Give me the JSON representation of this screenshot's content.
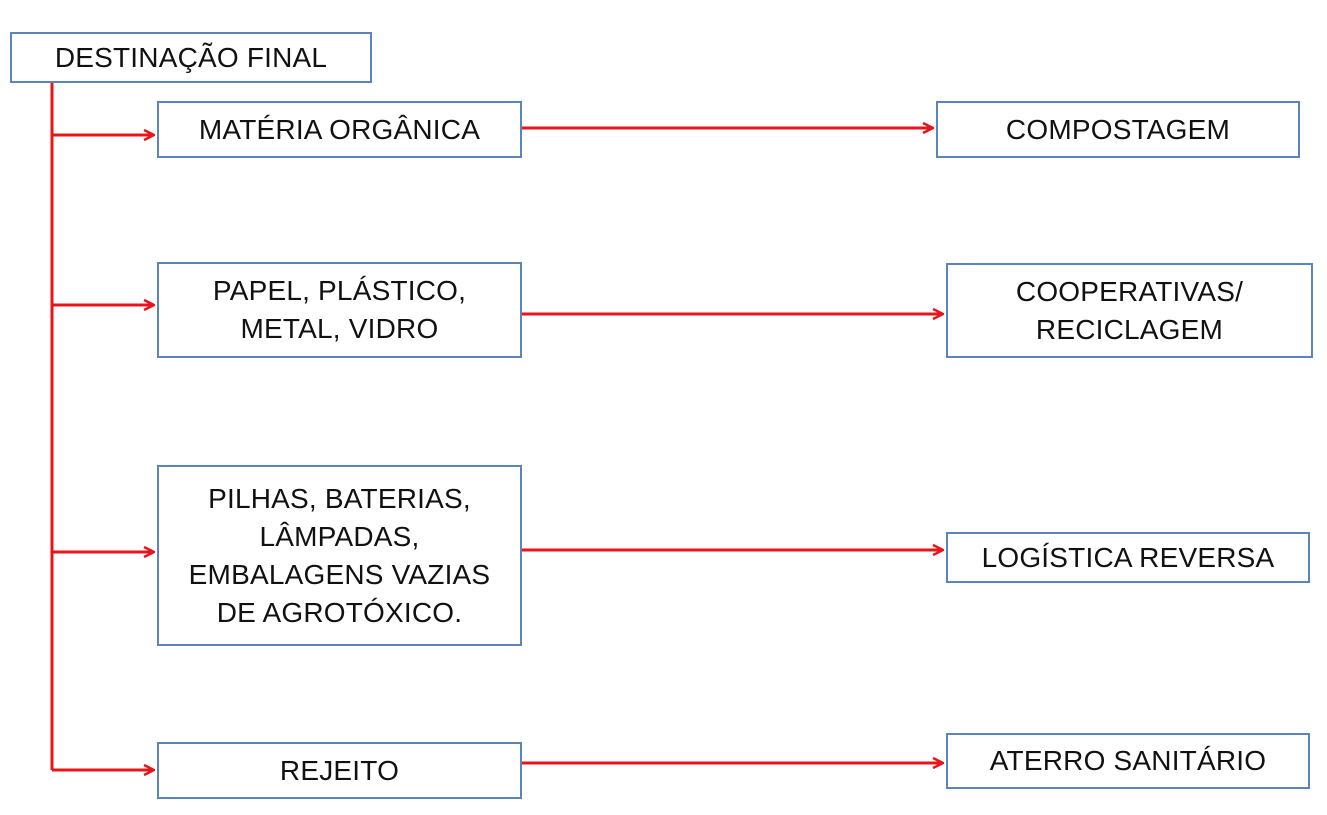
{
  "diagram": {
    "root": {
      "label": "DESTINAÇÃO FINAL"
    },
    "categories": [
      {
        "label": "MATÉRIA ORGÂNICA",
        "destination": "COMPOSTAGEM"
      },
      {
        "label": "PAPEL, PLÁSTICO,\nMETAL, VIDRO",
        "destination": "COOPERATIVAS/\nRECICLAGEM"
      },
      {
        "label": "PILHAS, BATERIAS,\nLÂMPADAS,\nEMBALAGENS VAZIAS\nDE AGROTÓXICO.",
        "destination": "LOGÍSTICA REVERSA"
      },
      {
        "label": "REJEITO",
        "destination": "ATERRO SANITÁRIO"
      }
    ]
  },
  "colors": {
    "arrow": "#e8141b",
    "box_border": "#5b84bd"
  }
}
